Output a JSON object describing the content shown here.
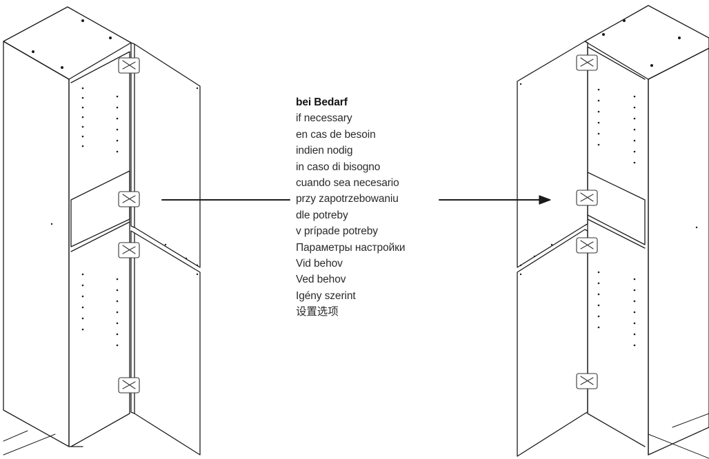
{
  "instruction": {
    "heading": "bei Bedarf",
    "translations": [
      "if necessary",
      "en cas de besoin",
      "indien nodig",
      "in caso di bisogno",
      "cuando sea necesario",
      "przy zapotrzebowaniu",
      "dle potreby",
      "v prípade potreby",
      "Параметры настройки",
      "Vid behov",
      "Ved behov",
      "Igény szerint",
      "设置选项"
    ]
  },
  "colors": {
    "line": "#1a1a1a",
    "text": "#2a2a2a",
    "hinge": "#444444"
  },
  "icons": {
    "arrow": "right-arrow-icon",
    "hinge": "cabinet-hinge-icon"
  }
}
